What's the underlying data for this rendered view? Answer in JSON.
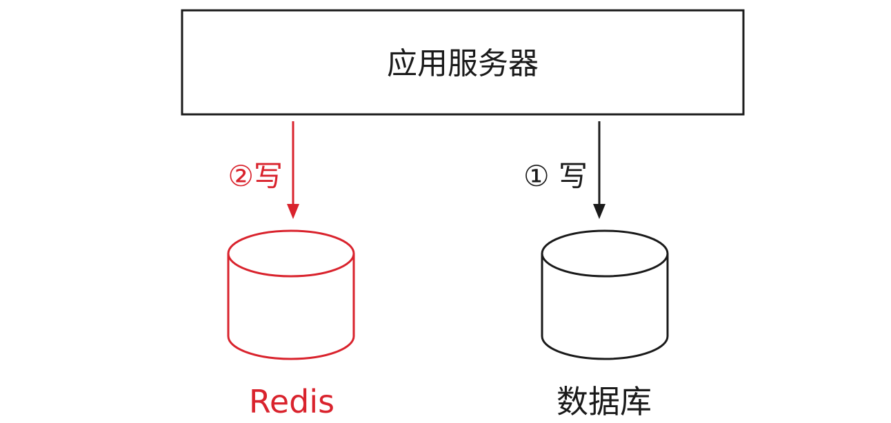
{
  "server": {
    "label": "应用服务器"
  },
  "steps": {
    "redis_write": "②写",
    "db_write": "① 写"
  },
  "stores": {
    "redis": "Redis",
    "database": "数据库"
  },
  "colors": {
    "highlight": "#d9232d",
    "default": "#1a1a1a",
    "background": "#ffffff"
  }
}
